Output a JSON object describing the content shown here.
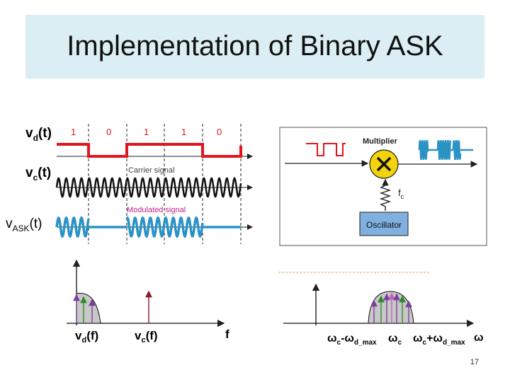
{
  "title": "Implementation of Binary ASK",
  "slide_number": "17",
  "time_diagram": {
    "bits": [
      "1",
      "0",
      "1",
      "1",
      "0"
    ],
    "vd_label": "v",
    "vd_sub": "d",
    "vd_arg": "(t)",
    "vc_label": "v",
    "vc_sub": "c",
    "vc_arg": "(t)",
    "vask_label": "v",
    "vask_sub": "ASK",
    "vask_arg": "(t)",
    "carrier_caption": "Carrier signal",
    "modulated_caption": "Modulated signal"
  },
  "block_diagram": {
    "multiplier_label": "Multiplier",
    "oscillator_label": "Oscillator",
    "fc_label": "f",
    "fc_sub": "c"
  },
  "spectrum_left": {
    "vd_label": "v",
    "vd_sub": "d",
    "vd_arg": "(f)",
    "vc_label": "v",
    "vc_sub": "c",
    "vc_arg": "(f)",
    "axis_label": "f"
  },
  "spectrum_right": {
    "low_label": "ω",
    "low_sub": "c",
    "low_op": "-ω",
    "low_sub2": "d_max",
    "mid_label": "ω",
    "mid_sub": "c",
    "high_label": "ω",
    "high_sub": "c",
    "high_op": "+ω",
    "high_sub2": "d_max",
    "axis_label": "ω"
  },
  "colors": {
    "data_signal": "#e0161e",
    "carrier": "#111111",
    "modulated": "#2a93c4",
    "caption_carrier": "#444444",
    "caption_modulated": "#c0208a",
    "multiplier_fill": "#f3d40c",
    "oscillator_fill": "#7fb0df",
    "title_bg": "#dbeef4"
  },
  "icons": [
    "multiplier-x-icon",
    "spring-icon",
    "square-wave-icon",
    "burst-wave-icon"
  ]
}
